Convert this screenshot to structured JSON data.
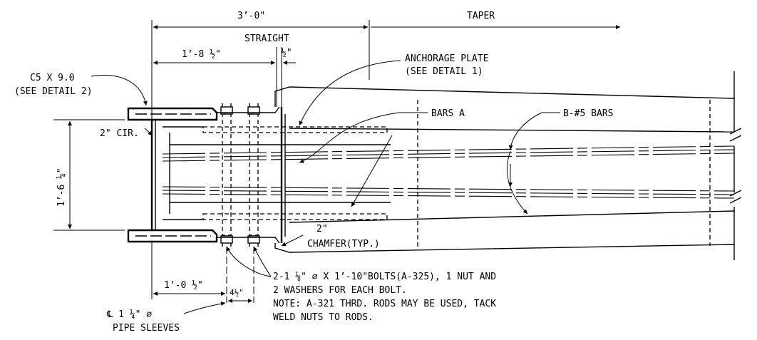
{
  "labels": {
    "dim_3ft": "3’-0\"",
    "taper": "TAPER",
    "straight": "STRAIGHT",
    "dim_1ft8": "1’-8 ½\"",
    "dim_half": "½\"",
    "channel_1": "C5 X 9.0",
    "channel_2": "(SEE DETAIL 2)",
    "anchorage_1": "ANCHORAGE PLATE",
    "anchorage_2": "(SEE DETAIL 1)",
    "bars_a": "BARS A",
    "bars_b": "B-#5 BARS",
    "cir": "2\" CIR.",
    "dim_1ft6": "1’-6 ¼\"",
    "chamfer_dim": "2\"",
    "chamfer": "CHAMFER(TYP.)",
    "bolt_note_1": "2-1 ⅛\" ⌀ X 1’-10\"BOLTS(A-325), 1 NUT AND",
    "bolt_note_2": "2 WASHERS FOR EACH BOLT.",
    "bolt_note_3": "NOTE: A-321 THRD. RODS MAY BE USED, TACK",
    "bolt_note_4": "WELD NUTS TO RODS.",
    "dim_1ft0": "1’-0 ½\"",
    "dim_4half": "4½\"",
    "pipe_1": "℄ 1 ¼\" ⌀",
    "pipe_2": "PIPE SLEEVES"
  }
}
